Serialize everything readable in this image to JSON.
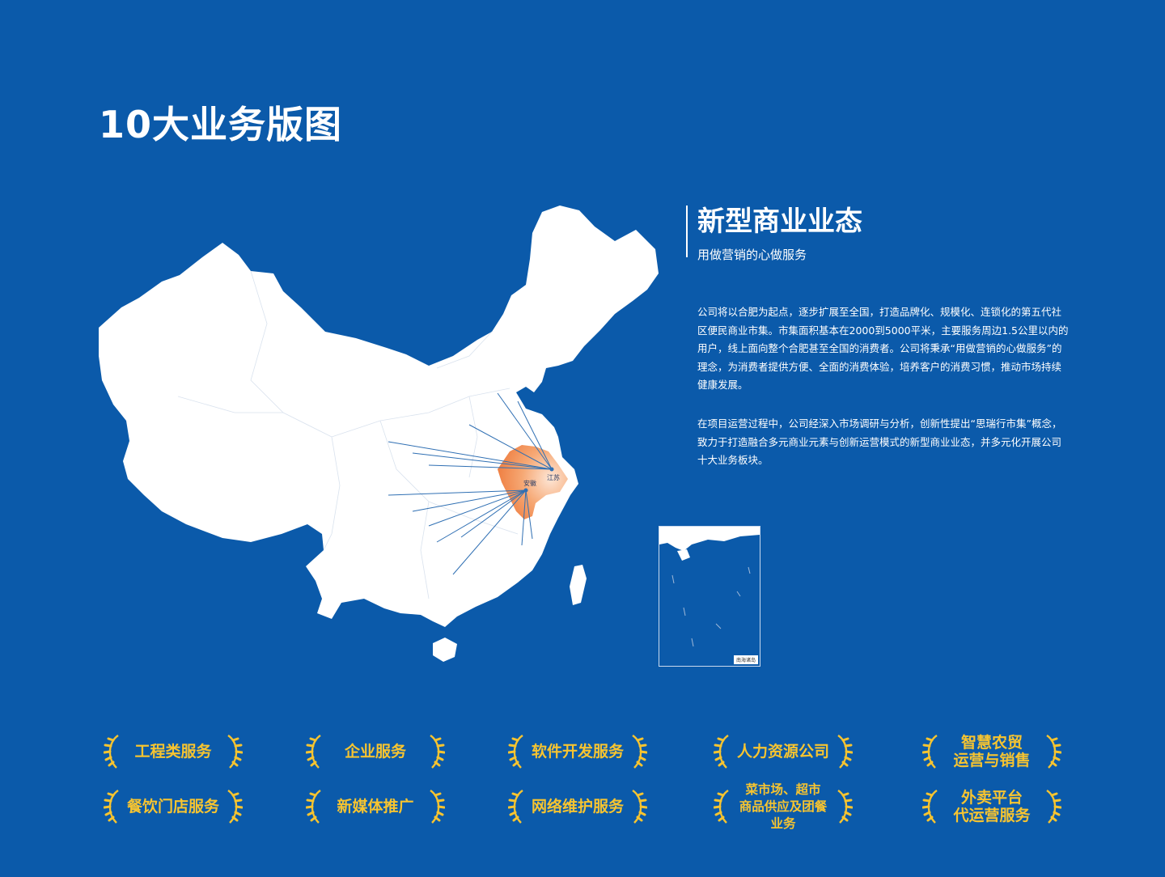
{
  "title": "10大业务版图",
  "section": {
    "heading": "新型商业业态",
    "subheading": "用做营销的心做服务",
    "paragraphs": [
      "公司将以合肥为起点，逐步扩展至全国，打造品牌化、规模化、连锁化的第五代社区便民商业市集。市集面积基本在2000到5000平米，主要服务周边1.5公里以内的用户，线上面向整个合肥甚至全国的消费者。公司将秉承“用做营销的心做服务”的理念，为消费者提供方便、全面的消费体验，培养客户的消费习惯，推动市场持续健康发展。",
      "在项目运营过程中，公司经深入市场调研与分析，创新性提出“思瑞行市集”概念，致力于打造融合多元商业元素与创新运营模式的新型商业业态，并多元化开展公司十大业务板块。"
    ]
  },
  "map": {
    "highlight_labels": [
      "江苏",
      "安徽"
    ],
    "inset_label": "南海诸岛",
    "colors": {
      "land": "#ffffff",
      "highlight": "#f08a4b",
      "lines": "#2f6fb3"
    }
  },
  "businesses": [
    "工程类服务",
    "企业服务",
    "软件开发服务",
    "人力资源公司",
    "智慧农贸\n运营与销售",
    "餐饮门店服务",
    "新媒体推广",
    "网络维护服务",
    "菜市场、超市\n商品供应及团餐业务",
    "外卖平台\n代运营服务"
  ],
  "accent": "#f7c430",
  "background": "#0b5aaa"
}
